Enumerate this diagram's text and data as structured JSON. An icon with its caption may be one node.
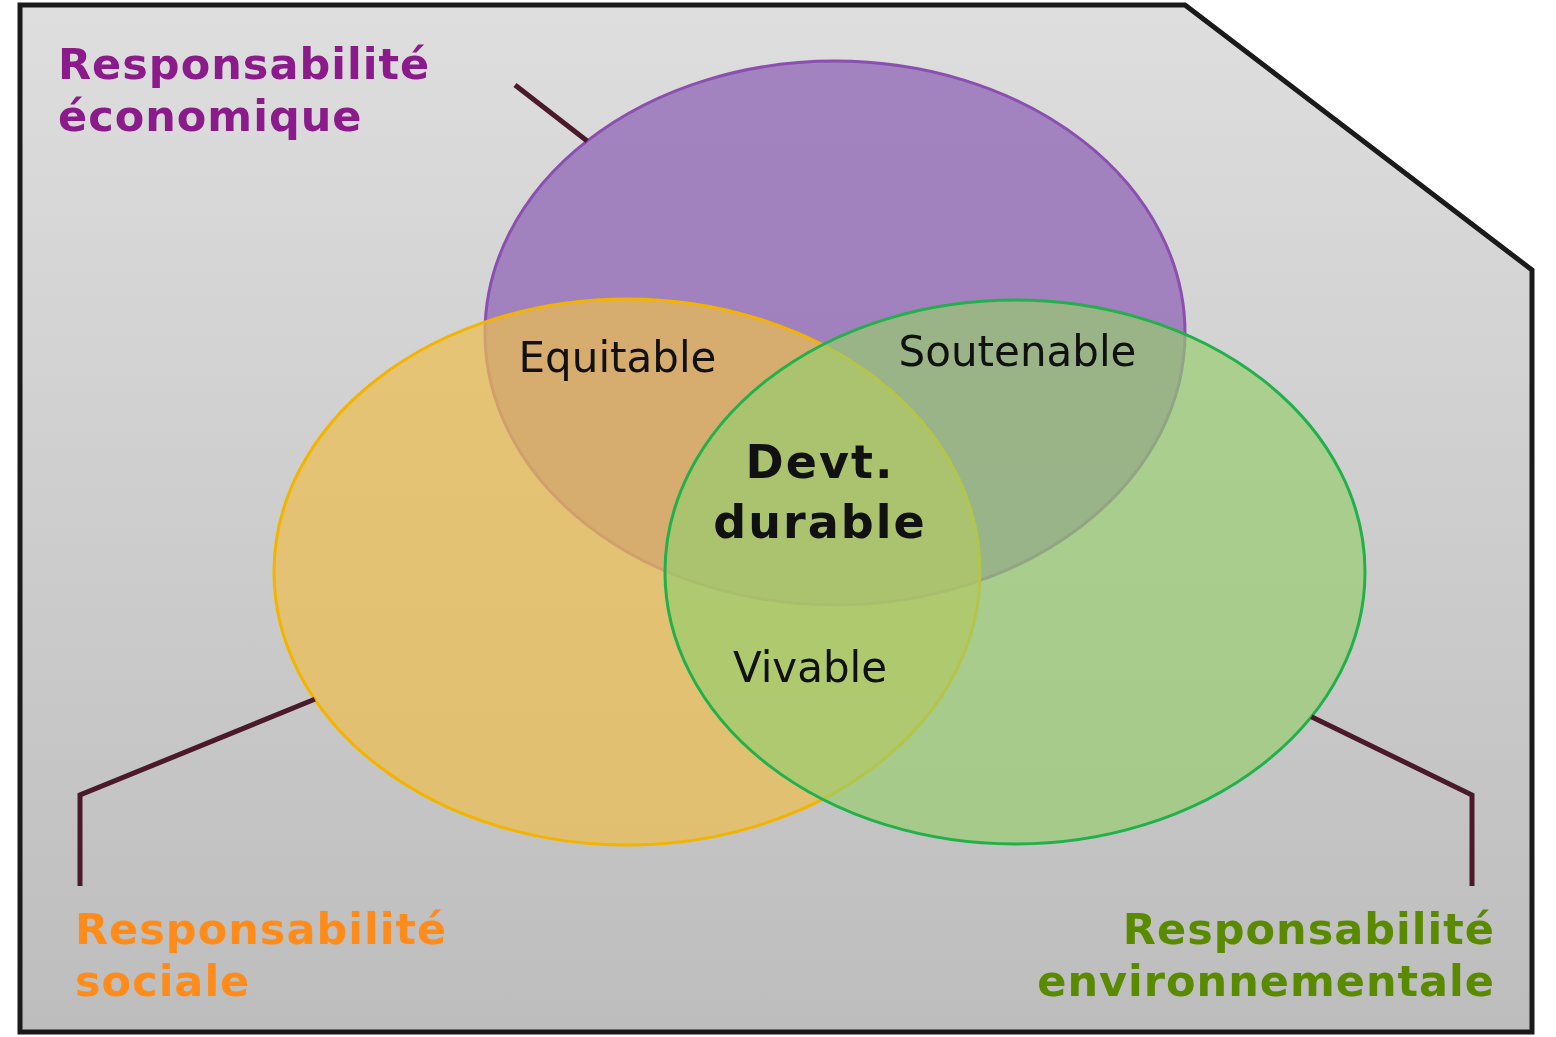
{
  "diagram": {
    "nodes": [
      {
        "text": [
          "Responsabilité économique"
        ]
      },
      {
        "text": [],
        "shape": "circle"
      },
      {
        "text": [
          "Responsabilité sociale"
        ]
      },
      {
        "text": [],
        "shape": "circle"
      },
      {
        "text": [
          "Responsabilité environnementale"
        ]
      },
      {
        "text": [],
        "shape": "circle"
      }
    ],
    "edges": [
      {
        "from": 0,
        "to": 1,
        "arrow": "none"
      },
      {
        "from": 2,
        "to": 3,
        "arrow": "none"
      },
      {
        "from": 4,
        "to": 5,
        "arrow": "none"
      }
    ],
    "labels": [
      "Equitable",
      "Soutenable",
      "Devt. durable",
      "Vivable"
    ]
  }
}
